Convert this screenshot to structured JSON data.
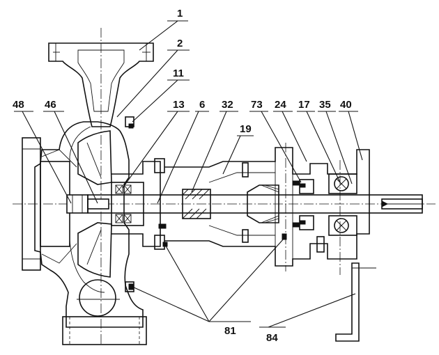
{
  "callouts": [
    {
      "id": "c1",
      "text": "1"
    },
    {
      "id": "c2",
      "text": "2"
    },
    {
      "id": "c11",
      "text": "11"
    },
    {
      "id": "c48",
      "text": "48"
    },
    {
      "id": "c46",
      "text": "46"
    },
    {
      "id": "c13",
      "text": "13"
    },
    {
      "id": "c6",
      "text": "6"
    },
    {
      "id": "c32",
      "text": "32"
    },
    {
      "id": "c73",
      "text": "73"
    },
    {
      "id": "c24",
      "text": "24"
    },
    {
      "id": "c17",
      "text": "17"
    },
    {
      "id": "c35",
      "text": "35"
    },
    {
      "id": "c40",
      "text": "40"
    },
    {
      "id": "c19",
      "text": "19"
    },
    {
      "id": "c81",
      "text": "81"
    },
    {
      "id": "c84",
      "text": "84"
    }
  ]
}
